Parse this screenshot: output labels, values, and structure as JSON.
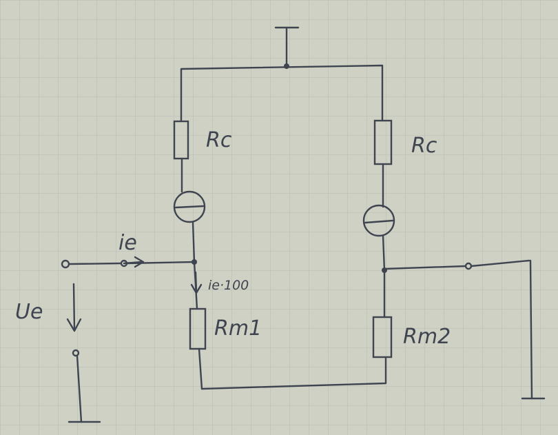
{
  "labels": {
    "rc_left": "Rc",
    "rc_right": "Rc",
    "ie": "ie",
    "ie_100": "ie·100",
    "ue": "Ue",
    "rm1": "Rm1",
    "rm2": "Rm2"
  },
  "colors": {
    "paper": "#cfd1c4",
    "grid": "#b7bbb0",
    "ink": "#3f4550"
  }
}
